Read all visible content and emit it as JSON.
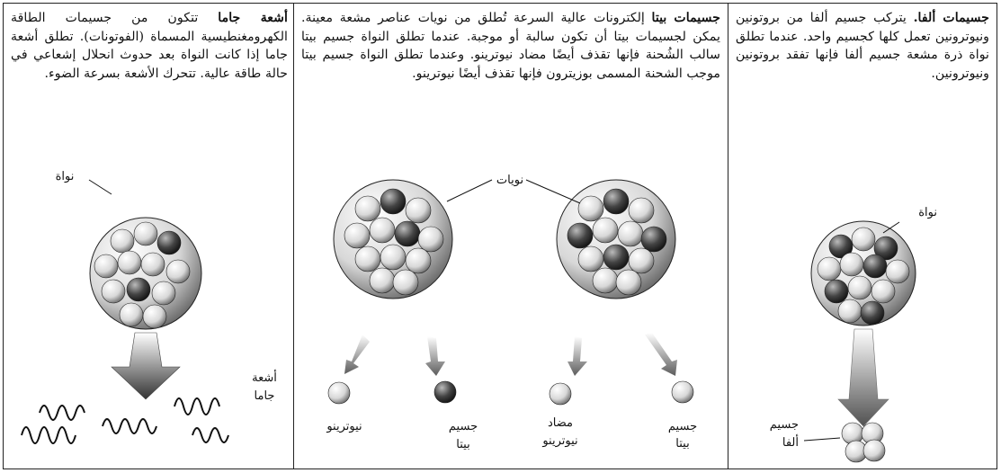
{
  "alpha": {
    "title": "جسيمات ألفا.",
    "body": " يتركب جسيم ألفا من بروتونين ونيوترونين تعمل كلها كجسيم واحد. عندما تطلق نواة ذرة مشعة جسيم ألفا فإنها تفقد بروتونين ونيوترونين.",
    "label_nucleus": "نواة",
    "label_particle": [
      "جسيم",
      "ألفا"
    ]
  },
  "beta": {
    "title": "جسيمات بيتا",
    "body": " إلكترونات عالية السرعة تُطلق من نويات عناصر مشعة معينة. يمكن لجسيمات بيتا أن تكون سالبة أو موجبة. عندما تطلق النواة جسيم بيتا سالب الشُحنة فإنها تقذف أيضًا مضاد نيوترينو. وعندما تطلق النواة جسيم بيتا موجب الشحنة المسمى بوزيترون فإنها تقذف أيضًا نيوترينو.",
    "label_nuclei": "نويات",
    "label_beta_left": [
      "جسيم",
      "بيتا"
    ],
    "label_antineutrino": [
      "مضاد",
      "نيوترينو"
    ],
    "label_beta_right": [
      "جسيم",
      "بيتا"
    ],
    "label_neutrino": "نيوترينو"
  },
  "gamma": {
    "title": "أشعة جاما",
    "body": " تتكون من جسيمات الطاقة الكهرومغنطيسية المسماة (الفوتونات). تطلق أشعة جاما إذا كانت النواة بعد حدوث انحلال إشعاعي في حالة طاقة عالية. تتحرك الأشعة بسرعة الضوء.",
    "label_nucleus": "نواة",
    "label_rays": [
      "أشعة",
      "جاما"
    ]
  }
}
